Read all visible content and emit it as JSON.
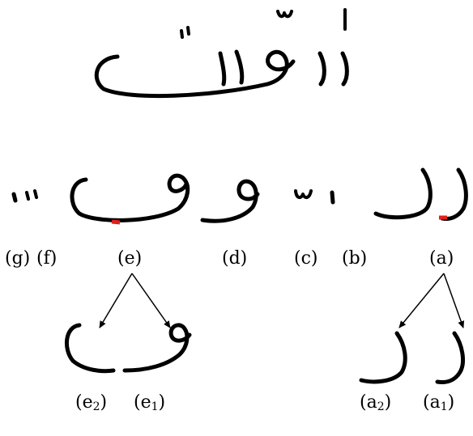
{
  "labels": {
    "g": "(g)",
    "f": "(f)",
    "e": "(e)",
    "d": "(d)",
    "c": "(c)",
    "b": "(b)",
    "a": "(a)",
    "e2": {
      "base": "(e",
      "sub": "2",
      "close": ")"
    },
    "e1": {
      "base": "(e",
      "sub": "1",
      "close": ")"
    },
    "a2": {
      "base": "(a",
      "sub": "2",
      "close": ")"
    },
    "a1": {
      "base": "(a",
      "sub": "1",
      "close": ")"
    }
  },
  "colors": {
    "ink": "#000000",
    "highlight": "#e0201c",
    "background": "#ffffff"
  }
}
